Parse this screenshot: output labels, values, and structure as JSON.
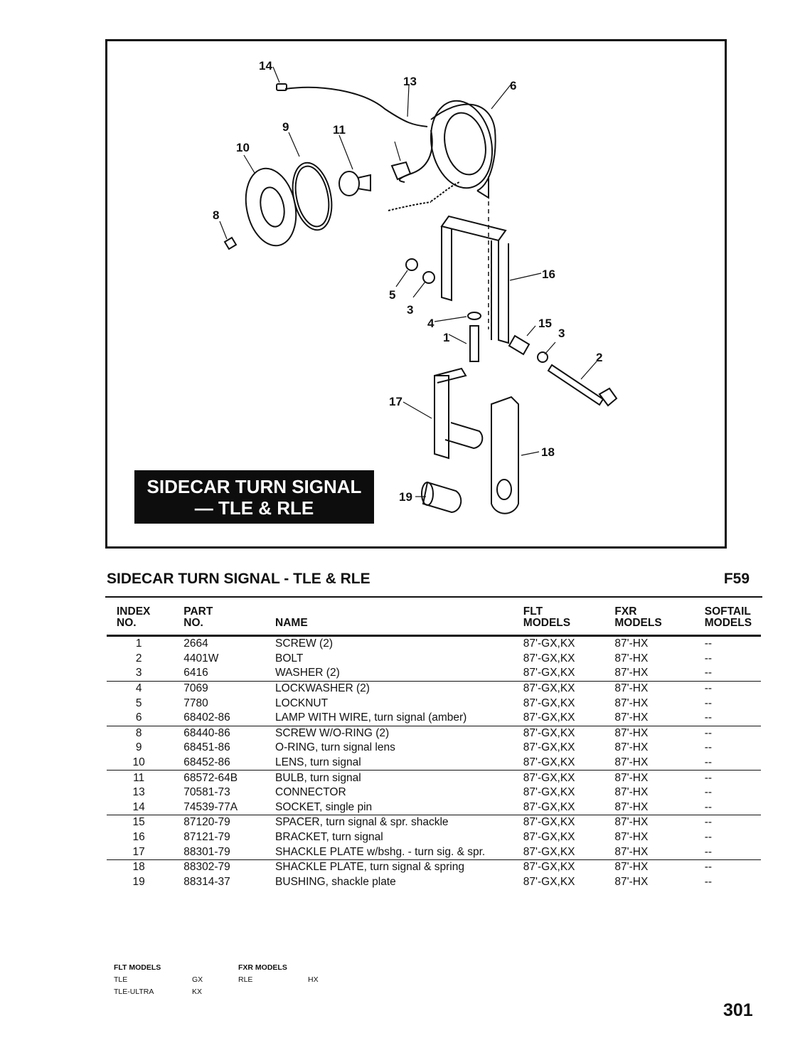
{
  "diagram": {
    "title_line1": "SIDECAR TURN SIGNAL",
    "title_line2": "— TLE & RLE",
    "callouts": {
      "c14": "14",
      "c13": "13",
      "c6": "6",
      "c9": "9",
      "c11": "11",
      "c10": "10",
      "c8": "8",
      "c16": "16",
      "c5": "5",
      "c3a": "3",
      "c4": "4",
      "c1": "1",
      "c15": "15",
      "c3b": "3",
      "c2": "2",
      "c17": "17",
      "c18": "18",
      "c19": "19"
    }
  },
  "section": {
    "title": "SIDECAR TURN SIGNAL - TLE & RLE",
    "figure": "F59"
  },
  "table": {
    "headers": {
      "index_l1": "INDEX",
      "index_l2": "NO.",
      "part_l1": "PART",
      "part_l2": "NO.",
      "name": "NAME",
      "flt_l1": "FLT",
      "flt_l2": "MODELS",
      "fxr_l1": "FXR",
      "fxr_l2": "MODELS",
      "soft_l1": "SOFTAIL",
      "soft_l2": "MODELS"
    },
    "rows": [
      {
        "index": "1",
        "part": "2664",
        "name": "SCREW (2)",
        "flt": "87'-GX,KX",
        "fxr": "87'-HX",
        "softail": "--"
      },
      {
        "index": "2",
        "part": "4401W",
        "name": "BOLT",
        "flt": "87'-GX,KX",
        "fxr": "87'-HX",
        "softail": "--"
      },
      {
        "index": "3",
        "part": "6416",
        "name": "WASHER (2)",
        "flt": "87'-GX,KX",
        "fxr": "87'-HX",
        "softail": "--"
      },
      {
        "index": "4",
        "part": "7069",
        "name": "LOCKWASHER (2)",
        "flt": "87'-GX,KX",
        "fxr": "87'-HX",
        "softail": "--"
      },
      {
        "index": "5",
        "part": "7780",
        "name": "LOCKNUT",
        "flt": "87'-GX,KX",
        "fxr": "87'-HX",
        "softail": "--"
      },
      {
        "index": "6",
        "part": "68402-86",
        "name": "LAMP WITH WIRE, turn signal (amber)",
        "flt": "87'-GX,KX",
        "fxr": "87'-HX",
        "softail": "--"
      },
      {
        "index": "8",
        "part": "68440-86",
        "name": "SCREW W/O-RING (2)",
        "flt": "87'-GX,KX",
        "fxr": "87'-HX",
        "softail": "--"
      },
      {
        "index": "9",
        "part": "68451-86",
        "name": "O-RING, turn signal lens",
        "flt": "87'-GX,KX",
        "fxr": "87'-HX",
        "softail": "--"
      },
      {
        "index": "10",
        "part": "68452-86",
        "name": "LENS, turn signal",
        "flt": "87'-GX,KX",
        "fxr": "87'-HX",
        "softail": "--"
      },
      {
        "index": "11",
        "part": "68572-64B",
        "name": "BULB, turn signal",
        "flt": "87'-GX,KX",
        "fxr": "87'-HX",
        "softail": "--"
      },
      {
        "index": "13",
        "part": "70581-73",
        "name": "CONNECTOR",
        "flt": "87'-GX,KX",
        "fxr": "87'-HX",
        "softail": "--"
      },
      {
        "index": "14",
        "part": "74539-77A",
        "name": "SOCKET, single pin",
        "flt": "87'-GX,KX",
        "fxr": "87'-HX",
        "softail": "--"
      },
      {
        "index": "15",
        "part": "87120-79",
        "name": "SPACER, turn signal & spr. shackle",
        "flt": "87'-GX,KX",
        "fxr": "87'-HX",
        "softail": "--"
      },
      {
        "index": "16",
        "part": "87121-79",
        "name": "BRACKET, turn signal",
        "flt": "87'-GX,KX",
        "fxr": "87'-HX",
        "softail": "--"
      },
      {
        "index": "17",
        "part": "88301-79",
        "name": "SHACKLE PLATE w/bshg. - turn sig. & spr.",
        "flt": "87'-GX,KX",
        "fxr": "87'-HX",
        "softail": "--"
      },
      {
        "index": "18",
        "part": "88302-79",
        "name": "SHACKLE PLATE, turn signal & spring",
        "flt": "87'-GX,KX",
        "fxr": "87'-HX",
        "softail": "--"
      },
      {
        "index": "19",
        "part": "88314-37",
        "name": "BUSHING, shackle plate",
        "flt": "87'-GX,KX",
        "fxr": "87'-HX",
        "softail": "--"
      }
    ]
  },
  "legend": {
    "flt_heading": "FLT MODELS",
    "flt_rows": [
      {
        "model": "TLE",
        "code": "GX"
      },
      {
        "model": "TLE-ULTRA",
        "code": "KX"
      }
    ],
    "fxr_heading": "FXR MODELS",
    "fxr_rows": [
      {
        "model": "RLE",
        "code": "HX"
      }
    ]
  },
  "page_number": "301"
}
